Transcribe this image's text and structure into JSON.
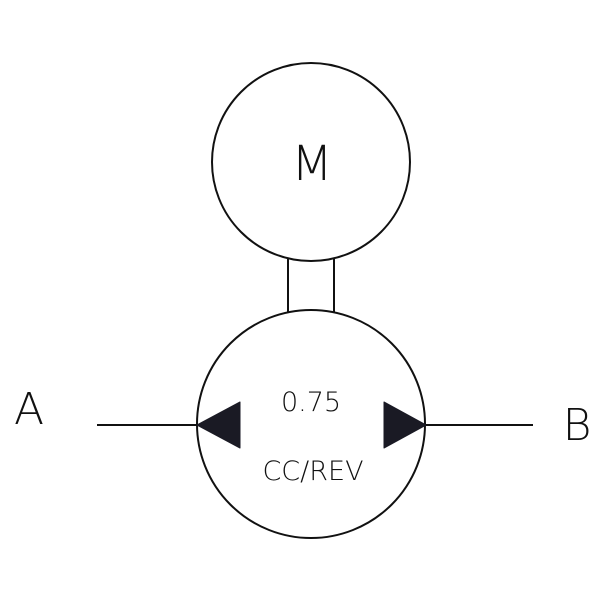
{
  "diagram": {
    "motor": {
      "label": "M"
    },
    "pump": {
      "displacement": "0.75",
      "unit": "CC/REV"
    },
    "ports": {
      "left": "A",
      "right": "B"
    },
    "colors": {
      "line": "#111111",
      "arrow_fill": "#1a1a24",
      "background": "#ffffff"
    }
  }
}
